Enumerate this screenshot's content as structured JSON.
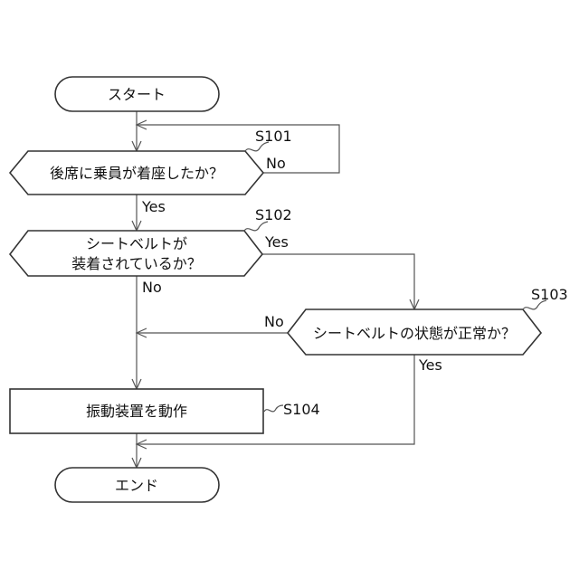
{
  "nodes": {
    "start": "スタート",
    "q1": "後席に乗員が着座したか？",
    "q2_line1": "シートベルトが",
    "q2_line2": "装着されているか？",
    "q3": "シートベルトの状態が正常か？",
    "action": "振動装置を動作",
    "end": "エンド"
  },
  "steps": {
    "s101": "S101",
    "s102": "S102",
    "s103": "S103",
    "s104": "S104"
  },
  "branches": {
    "q1_no": "No",
    "q1_yes": "Yes",
    "q2_yes": "Yes",
    "q2_no": "No",
    "q3_no": "No",
    "q3_yes": "Yes"
  },
  "colors": {
    "stroke": "#333333",
    "line": "#555555",
    "text": "#111111",
    "fill": "#ffffff"
  }
}
